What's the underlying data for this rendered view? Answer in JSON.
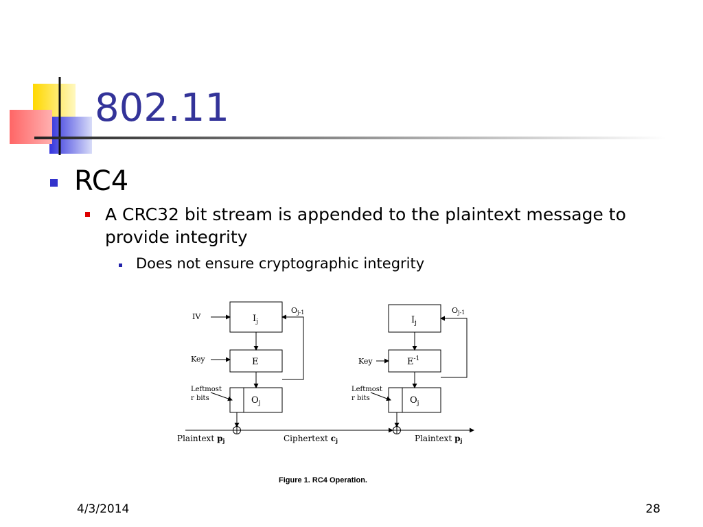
{
  "slide": {
    "title": "802.11",
    "bullet1": "RC4",
    "bullet2": "A CRC32 bit stream is appended to the plaintext message to provide integrity",
    "bullet3": "Does not ensure cryptographic integrity",
    "date": "4/3/2014",
    "page": "28"
  },
  "figure": {
    "caption": "Figure 1. RC4 Operation.",
    "left": {
      "iv": "IV",
      "key": "Key",
      "feedback": "O",
      "feedback_sub": "j-1",
      "reg": "I",
      "reg_sub": "j",
      "enc": "E",
      "leftmost1": "Leftmost",
      "leftmost2": "r bits",
      "out": "O",
      "out_sub": "j"
    },
    "right": {
      "key": "Key",
      "feedback": "O",
      "feedback_sub": "j-1",
      "reg": "I",
      "reg_sub": "j",
      "enc": "E",
      "enc_sup": "-1",
      "leftmost1": "Leftmost",
      "leftmost2": "r bits",
      "out": "O",
      "out_sub": "j"
    },
    "plaintext_in": "Plaintext",
    "plaintext_in_var": "p",
    "plaintext_in_sub": "j",
    "ciphertext": "Ciphertext",
    "ciphertext_var": "c",
    "ciphertext_sub": "j",
    "plaintext_out": "Plaintext",
    "plaintext_out_var": "p",
    "plaintext_out_sub": "j"
  },
  "colors": {
    "title": "#333399",
    "bullet1": "#3333cc",
    "bullet2": "#dd0000",
    "bullet3": "#2222aa"
  }
}
